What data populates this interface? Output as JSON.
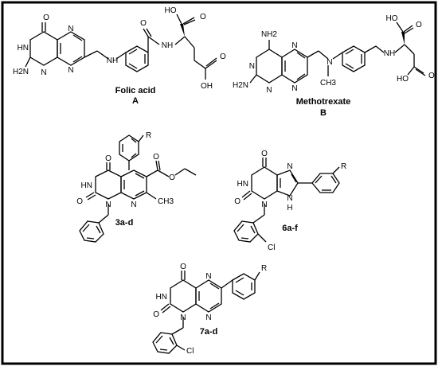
{
  "compounds": {
    "folic_acid": {
      "name": "Folic acid",
      "letter": "A"
    },
    "methotrexate": {
      "name": "Methotrexate",
      "letter": "B"
    },
    "c3": {
      "label": "3a-d"
    },
    "c6": {
      "label": "6a-f"
    },
    "c7": {
      "label": "7a-d"
    }
  },
  "atoms": {
    "O": "O",
    "OH": "OH",
    "HO": "HO",
    "NH": "NH",
    "HN": "HN",
    "H2N": "H2N",
    "NH2": "NH2",
    "N": "N",
    "H": "H",
    "R": "R",
    "Cl": "Cl",
    "CH3": "CH3"
  }
}
